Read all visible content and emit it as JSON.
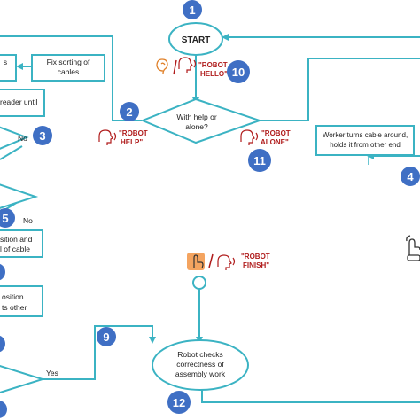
{
  "nodes": {
    "start": "START",
    "decision_1_l1": "With help or",
    "decision_1_l2": "alone?",
    "fix_sorting_l1": "Fix sorting of",
    "fix_sorting_l2": "cables",
    "reader_until": "reader until",
    "cut_left_s": "s",
    "worker_l1": "Worker turns cable around,",
    "worker_l2": "holds it from other end",
    "position_l1": "sition and",
    "position_l2": "l of cable",
    "position_other_l1": "osition",
    "position_other_l2": "ts other",
    "robot_checks_l1": "Robot checks",
    "robot_checks_l2": "correctness of",
    "robot_checks_l3": "assembly work"
  },
  "edge_labels": {
    "no_1": "No",
    "no_2": "No",
    "yes": "Yes"
  },
  "speech": {
    "hello_l1": "\"ROBOT",
    "hello_l2": "HELLO\"",
    "help_l1": "\"ROBOT",
    "help_l2": "HELP\"",
    "alone_l1": "\"ROBOT",
    "alone_l2": "ALONE\"",
    "finish_l1": "\"ROBOT",
    "finish_l2": "FINISH\""
  },
  "badges": [
    "1",
    "2",
    "3",
    "4",
    "5",
    "9",
    "10",
    "11",
    "12"
  ],
  "colors": {
    "line": "#3bb3c3",
    "badge": "#3f6fc4",
    "speech_text": "#b01c1c",
    "touch_highlight": "#f4a460"
  },
  "icons": {
    "speaking": "speaking-head-icon",
    "ear": "ear-icon",
    "touch": "touch-hand-icon"
  }
}
